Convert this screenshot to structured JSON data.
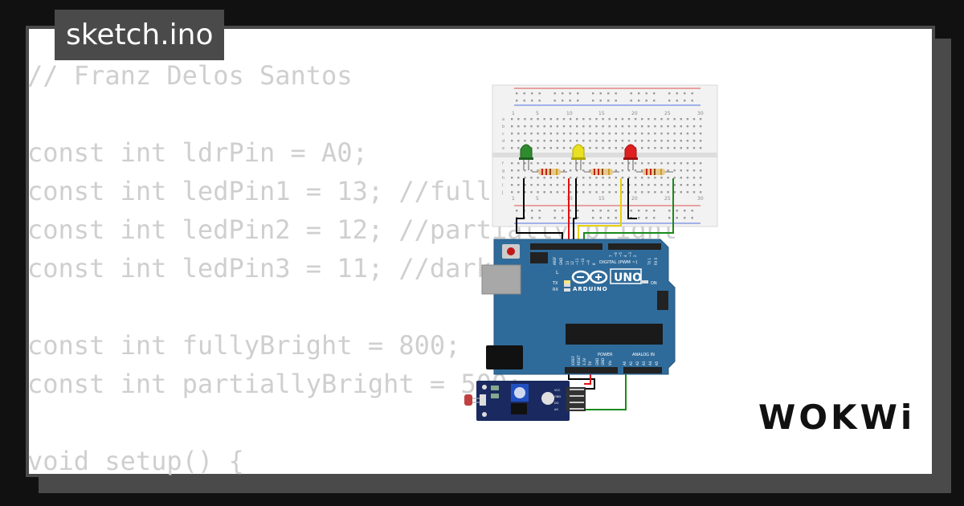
{
  "title": "sketch.ino",
  "code_lines": [
    "// Franz Delos Santos",
    "",
    "const int ldrPin = A0;",
    "const int ledPin1 = 13; //fully bright",
    "const int ledPin2 = 12; //partially bright",
    "const int ledPin3 = 11; //dark",
    "",
    "const int fullyBright = 800;",
    "const int partiallyBright = 500;",
    "",
    "void setup() {"
  ],
  "board": {
    "brand": "ARDUINO",
    "model": "UNO",
    "digital_label": "DIGITAL (PWM ~)",
    "power_label": "POWER",
    "analog_label": "ANALOG IN",
    "led_l": "L",
    "led_tx": "TX",
    "led_rx": "RX",
    "led_on": "ON",
    "top_pins": [
      "AREF",
      "GND",
      "13",
      "12",
      "~11",
      "~10",
      "~9",
      "8",
      "7",
      "~6",
      "~5",
      "4",
      "~3",
      "2",
      "TX 1",
      "RX 0"
    ],
    "power_pins": [
      "IOREF",
      "RESET",
      "3.3V",
      "5V",
      "GND",
      "GND",
      "Vin"
    ],
    "analog_pins": [
      "A0",
      "A1",
      "A2",
      "A3",
      "A4",
      "A5"
    ]
  },
  "breadboard": {
    "column_numbers": [
      "1",
      "5",
      "10",
      "15",
      "20",
      "25",
      "30"
    ],
    "row_letters": [
      "a",
      "b",
      "c",
      "d",
      "e",
      "f",
      "g",
      "h",
      "i",
      "j"
    ]
  },
  "sensor": {
    "labels": [
      "VCC",
      "GND",
      "DO",
      "AO"
    ]
  },
  "logo": "WOKWi",
  "colors": {
    "background": "#111111",
    "frame": "#4a4a4a",
    "code_text": "#cfcfcf",
    "board_blue": "#2f6b9a",
    "led_green": "#2e8b2e",
    "led_yellow": "#e8e020",
    "led_red": "#e02020"
  }
}
